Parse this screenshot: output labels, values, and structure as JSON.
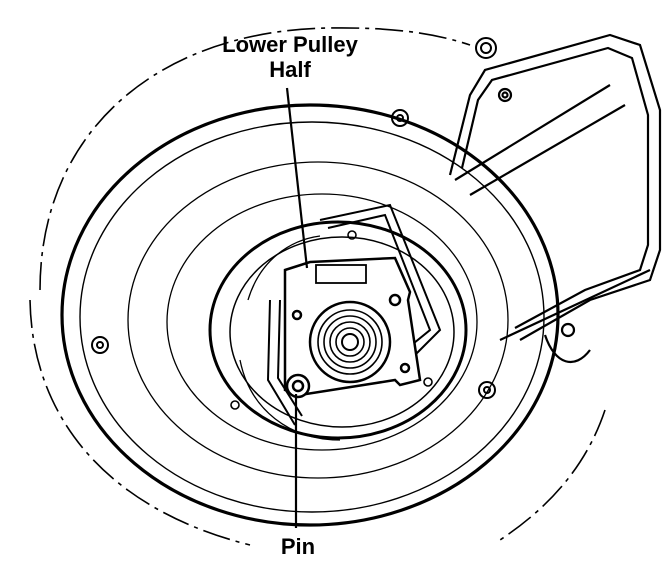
{
  "diagram": {
    "labels": {
      "lower_pulley_line1": "Lower Pulley",
      "lower_pulley_line2": "Half",
      "pin": "Pin"
    },
    "colors": {
      "ink": "#000000",
      "paper": "#ffffff"
    }
  }
}
